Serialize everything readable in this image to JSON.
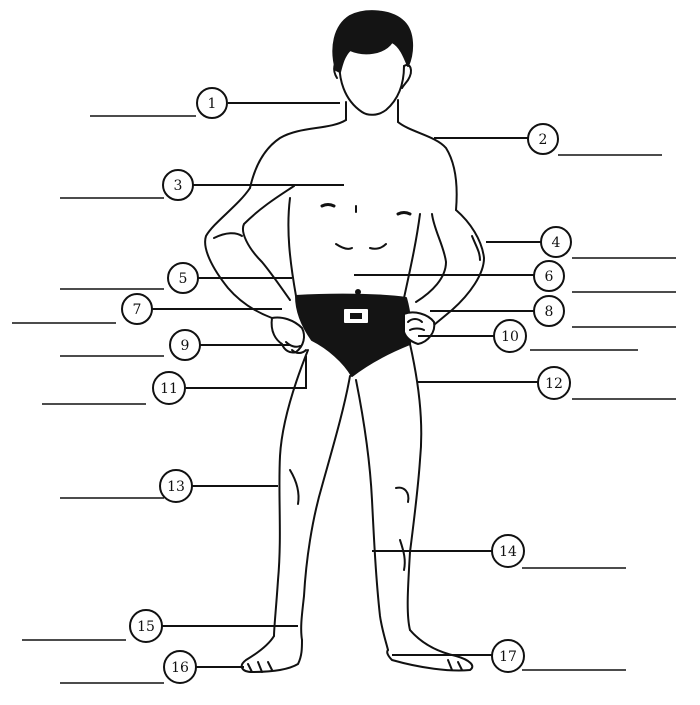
{
  "diagram": {
    "labels": [
      {
        "id": "1",
        "text": "1"
      },
      {
        "id": "2",
        "text": "2"
      },
      {
        "id": "3",
        "text": "3"
      },
      {
        "id": "4",
        "text": "4"
      },
      {
        "id": "5",
        "text": "5"
      },
      {
        "id": "6",
        "text": "6"
      },
      {
        "id": "7",
        "text": "7"
      },
      {
        "id": "8",
        "text": "8"
      },
      {
        "id": "9",
        "text": "9"
      },
      {
        "id": "10",
        "text": "10"
      },
      {
        "id": "11",
        "text": "11"
      },
      {
        "id": "12",
        "text": "12"
      },
      {
        "id": "13",
        "text": "13"
      },
      {
        "id": "14",
        "text": "14"
      },
      {
        "id": "15",
        "text": "15"
      },
      {
        "id": "16",
        "text": "16"
      },
      {
        "id": "17",
        "text": "17"
      }
    ],
    "colors": {
      "ink": "#111111",
      "fill": "#141414",
      "paper": "#ffffff"
    }
  }
}
